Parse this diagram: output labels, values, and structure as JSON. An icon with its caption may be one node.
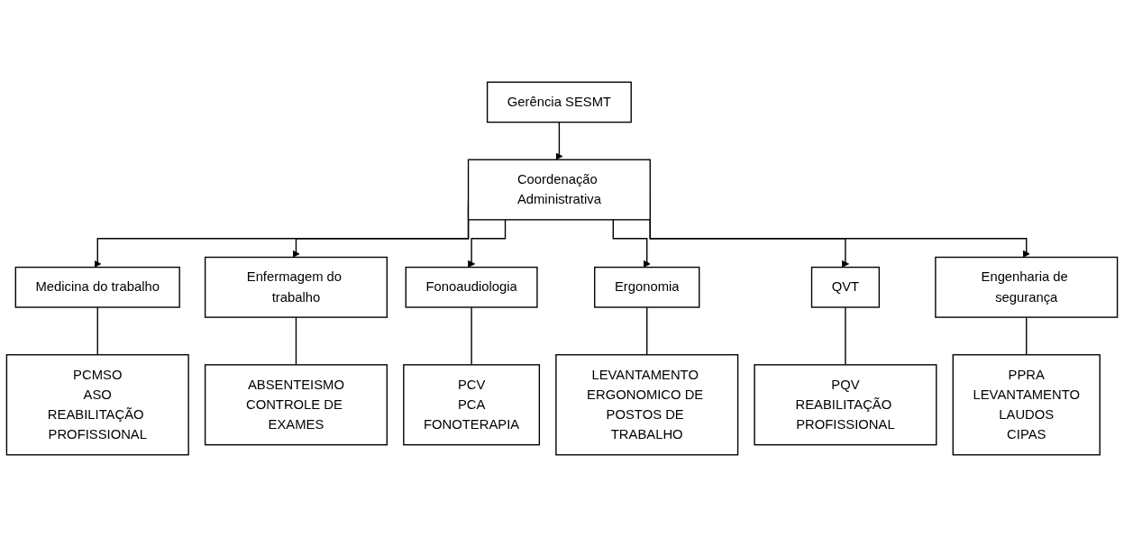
{
  "diagram": {
    "nodes": [
      {
        "text": [
          "Gerência SESMT"
        ]
      },
      {
        "text": [
          "Coordenação Administrativa"
        ]
      },
      {
        "text": [
          "Medicina do trabalho"
        ]
      },
      {
        "text": [
          "Enfermagem do trabalho"
        ]
      },
      {
        "text": [
          "Fonoaudiologia"
        ]
      },
      {
        "text": [
          "Ergonomia"
        ]
      },
      {
        "text": [
          "QVT"
        ]
      },
      {
        "text": [
          "Engenharia de segurança"
        ]
      },
      {
        "text": [
          "PCMSO",
          "ASO",
          "REABILITAÇÃO PROFISSIONAL"
        ]
      },
      {
        "text": [
          "ABSENTEISMO",
          "CONTROLE DE EXAMES"
        ]
      },
      {
        "text": [
          "PCV",
          "PCA",
          "FONOTERAPIA"
        ]
      },
      {
        "text": [
          "LEVANTAMENTO ERGONOMICO DE POSTOS DE TRABALHO"
        ]
      },
      {
        "text": [
          "PQV",
          "REABILITAÇÃO PROFISSIONAL"
        ]
      },
      {
        "text": [
          "PPRA",
          "LEVANTAMENTO",
          "LAUDOS",
          "CIPAS"
        ]
      }
    ],
    "edges": [
      {
        "from": 0,
        "to": 1,
        "arrow": "to"
      },
      {
        "from": 1,
        "to": 2,
        "arrow": "to"
      },
      {
        "from": 1,
        "to": 3,
        "arrow": "to"
      },
      {
        "from": 1,
        "to": 4,
        "arrow": "to"
      },
      {
        "from": 1,
        "to": 5,
        "arrow": "to"
      },
      {
        "from": 1,
        "to": 6,
        "arrow": "to"
      },
      {
        "from": 1,
        "to": 7,
        "arrow": "to"
      },
      {
        "from": 2,
        "to": 8,
        "arrow": "none"
      },
      {
        "from": 3,
        "to": 9,
        "arrow": "none"
      },
      {
        "from": 4,
        "to": 10,
        "arrow": "none"
      },
      {
        "from": 5,
        "to": 11,
        "arrow": "none"
      },
      {
        "from": 6,
        "to": 12,
        "arrow": "none"
      },
      {
        "from": 7,
        "to": 13,
        "arrow": "none"
      }
    ]
  }
}
